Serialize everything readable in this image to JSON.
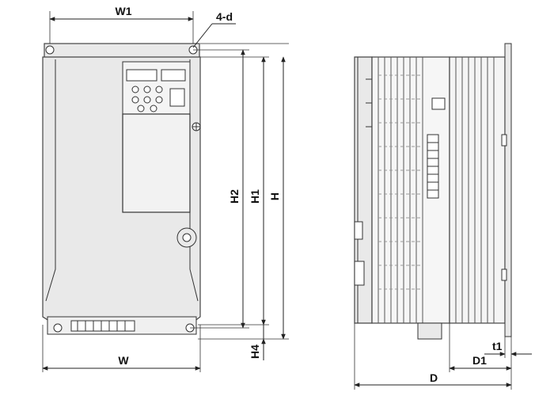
{
  "labels": {
    "w1": "W1",
    "d4": "4-d",
    "h2": "H2",
    "h1": "H1",
    "h": "H",
    "w": "W",
    "h4": "H4",
    "t1": "t1",
    "d1": "D1",
    "d": "D"
  },
  "colors": {
    "body": "#e9e9e9",
    "outline": "#444444",
    "panel": "#f4f4f4",
    "line": "#222222"
  },
  "icons": {
    "mount_hole": "mount-hole-icon",
    "keypad_button": "keypad-button-icon",
    "screw": "screw-icon"
  }
}
